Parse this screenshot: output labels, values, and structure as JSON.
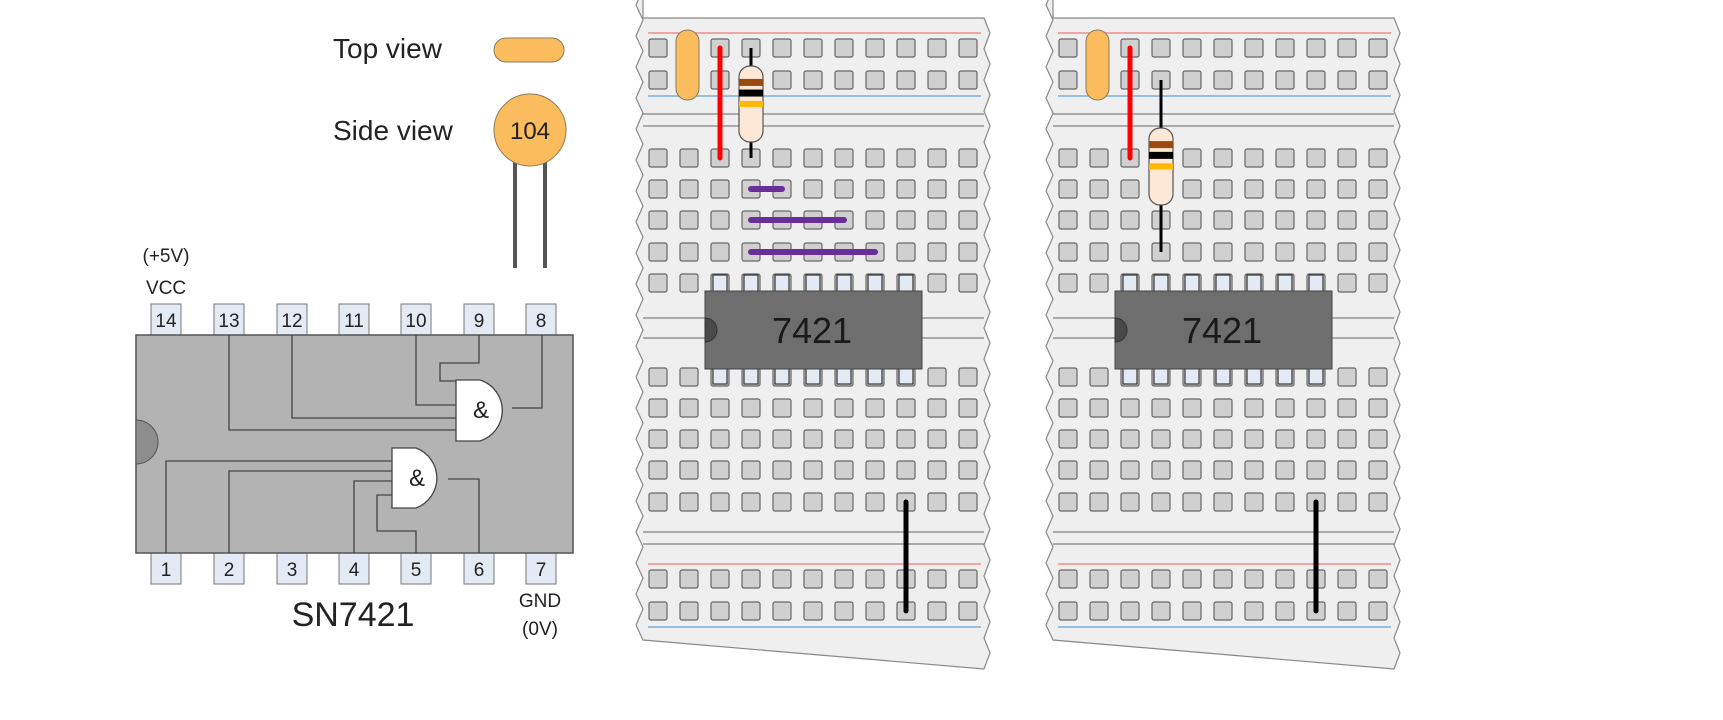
{
  "capacitor_legend": {
    "top_view_label": "Top view",
    "side_view_label": "Side view",
    "capacitor_code": "104",
    "capacitor_color": "#FBBC5E"
  },
  "chip_diagram": {
    "part_name": "SN7421",
    "vcc_label": "VCC",
    "vcc_voltage": "(+5V)",
    "gnd_label": "GND",
    "gnd_voltage": "(0V)",
    "top_pins": [
      "14",
      "13",
      "12",
      "11",
      "10",
      "9",
      "8"
    ],
    "bottom_pins": [
      "1",
      "2",
      "3",
      "4",
      "5",
      "6",
      "7"
    ],
    "gate_symbol": "&",
    "gates": [
      {
        "name": "gate-1",
        "inputs": [
          "1",
          "2",
          "4",
          "5"
        ],
        "output": "6"
      },
      {
        "name": "gate-2",
        "inputs": [
          "13",
          "12",
          "10",
          "9"
        ],
        "output": "8"
      }
    ]
  },
  "breadboards": [
    {
      "name": "breadboard-1",
      "chip_label": "7421",
      "components": [
        "capacitor",
        "red-wire",
        "resistor",
        "purple-jumper-1",
        "purple-jumper-2",
        "purple-jumper-3",
        "black-wire"
      ]
    },
    {
      "name": "breadboard-2",
      "chip_label": "7421",
      "components": [
        "capacitor",
        "red-wire",
        "resistor",
        "black-wire"
      ]
    }
  ],
  "colors": {
    "chip_body": "#B3B3B3",
    "breadboard_chip": "#6E6E6E",
    "board": "#EFEFEF",
    "hole": "#D0D0D0",
    "red_wire": "#FF0000",
    "purple_wire": "#6A2E9A",
    "black_wire": "#000000",
    "rail_red": "#F08C8C",
    "rail_blue": "#7AAEDB",
    "resistor_body": "#FDE7D6",
    "band_brown": "#9B4A0E",
    "band_black": "#000000",
    "band_gold": "#FFB800",
    "pin_fill": "#E4EAF4"
  }
}
